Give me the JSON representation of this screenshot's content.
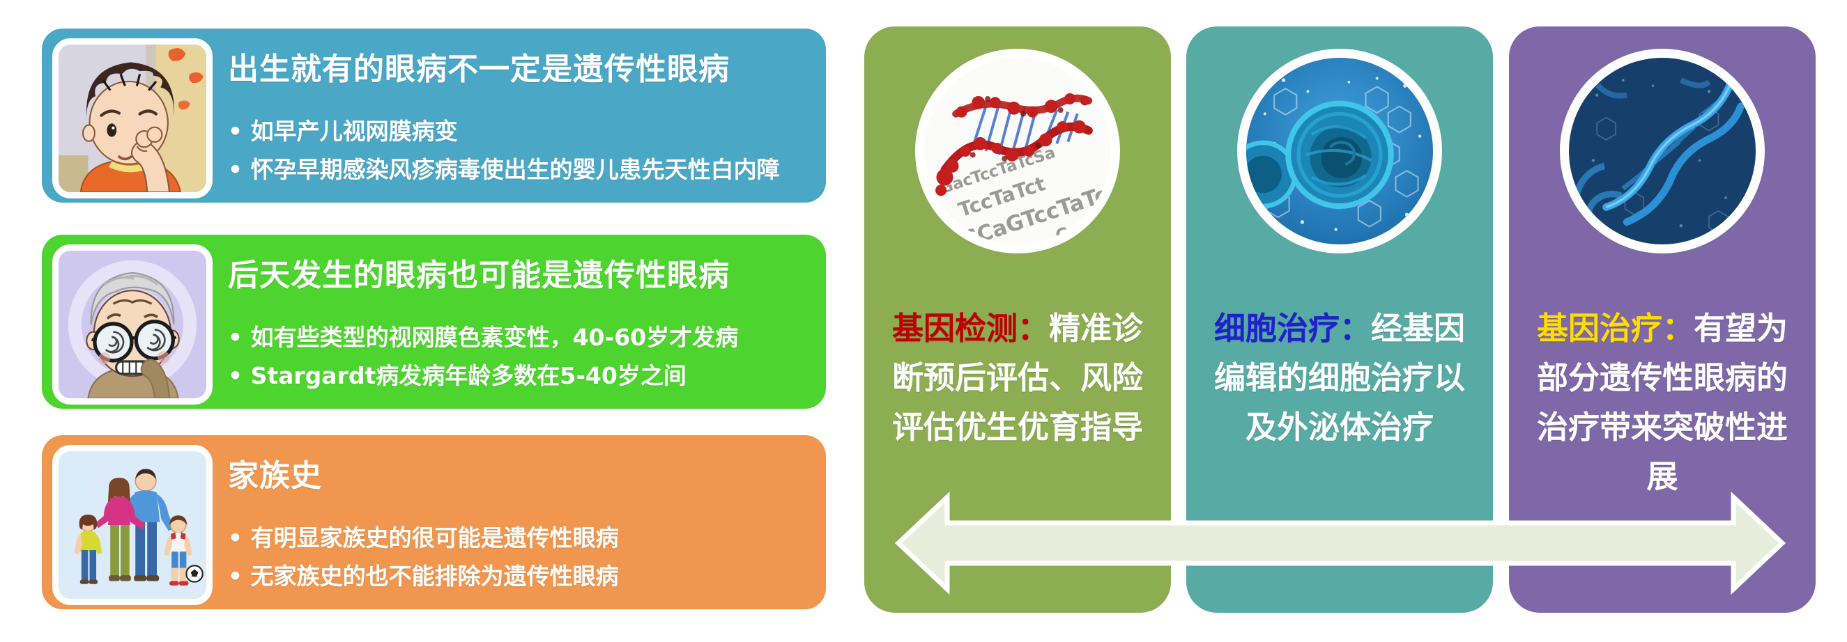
{
  "page": {
    "background": "#ffffff"
  },
  "left_cards": [
    {
      "id": "congenital",
      "color": "#4BA7C6",
      "title": "出生就有的眼病不一定是遗传性眼病",
      "bullets": [
        "如早产儿视网膜病变",
        "怀孕早期感染风疹病毒使出生的婴儿患先天性白内障"
      ],
      "illustration": "child-rubbing-eye-illustration"
    },
    {
      "id": "acquired",
      "color": "#4ED42F",
      "title": "后天发生的眼病也可能是遗传性眼病",
      "bullets": [
        "如有些类型的视网膜色素变性，40-60岁才发病",
        "Stargardt病发病年龄多数在5-40岁之间"
      ],
      "illustration": "elderly-man-glasses-illustration"
    },
    {
      "id": "family-history",
      "color": "#F0964E",
      "title": "家族史",
      "bullets": [
        "有明显家族史的很可能是遗传性眼病",
        "无家族史的也不能排除为遗传性眼病"
      ],
      "illustration": "family-illustration"
    }
  ],
  "right_panels": [
    {
      "id": "gene-testing",
      "color": "#8CAD52",
      "heading": "基因检测：",
      "heading_color": "#C00000",
      "body": "精准诊断预后评估、风险评估优生优育指导",
      "illustration": "dna-sequencing-photo"
    },
    {
      "id": "cell-therapy",
      "color": "#57ABA4",
      "heading": "细胞治疗：",
      "heading_color": "#2020CC",
      "body": "经基因编辑的细胞治疗以及外泌体治疗",
      "illustration": "cell-photo"
    },
    {
      "id": "gene-therapy",
      "color": "#7E68A7",
      "heading": "基因治疗：",
      "heading_color": "#FFDD00",
      "body": "有望为部分遗传性眼病的治疗带来突破性进展",
      "illustration": "dna-helix-photo"
    }
  ],
  "arrow": {
    "direction": "double-headed",
    "fill": "#E7EDDA",
    "stroke": "#FFFFFF"
  }
}
